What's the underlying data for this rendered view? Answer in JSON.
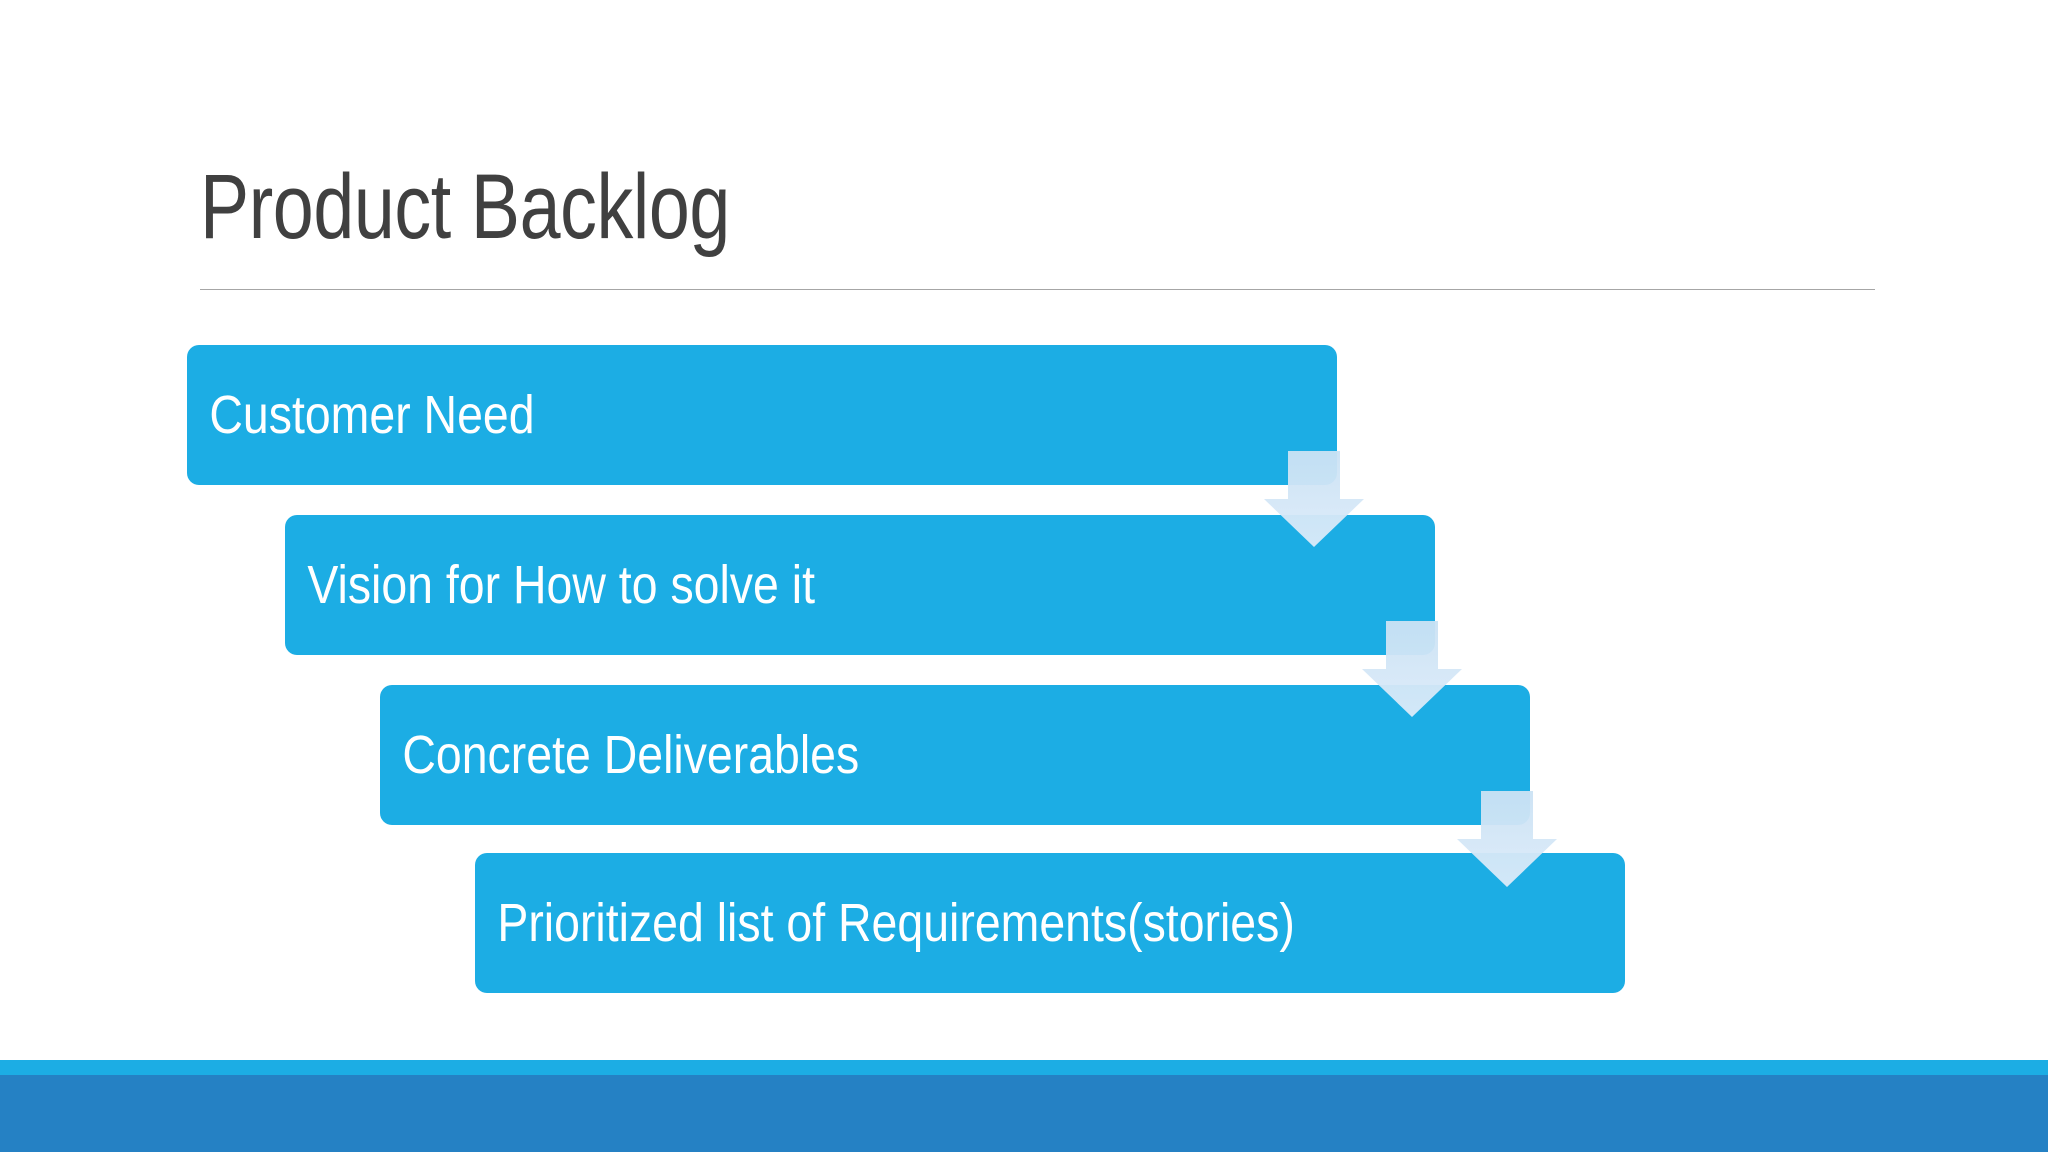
{
  "slide": {
    "title": "Product Backlog",
    "background_color": "#FFFFFF",
    "title_color": "#404040",
    "rule_color": "#A6A6A6"
  },
  "theme": {
    "accent_blue": "#1CADE4",
    "footer_dark_blue": "#2581C4",
    "arrow_fill": "#CFE4F5",
    "bar_text_color": "#FFFFFF"
  },
  "flow": {
    "type": "staircase-process",
    "direction": "downward",
    "steps": [
      {
        "index": 1,
        "label": "Customer Need",
        "fill": "#1CADE4",
        "text_color": "#FFFFFF"
      },
      {
        "index": 2,
        "label": "Vision for How to solve it",
        "fill": "#1CADE4",
        "text_color": "#FFFFFF"
      },
      {
        "index": 3,
        "label": "Concrete Deliverables",
        "fill": "#1CADE4",
        "text_color": "#FFFFFF"
      },
      {
        "index": 4,
        "label": "Prioritized list of Requirements(stories)",
        "fill": "#1CADE4",
        "text_color": "#FFFFFF"
      }
    ],
    "connectors": [
      {
        "from": 1,
        "to": 2,
        "icon": "down-arrow-icon"
      },
      {
        "from": 2,
        "to": 3,
        "icon": "down-arrow-icon"
      },
      {
        "from": 3,
        "to": 4,
        "icon": "down-arrow-icon"
      }
    ]
  },
  "footer": {
    "strip_color": "#1CADE4",
    "band_color": "#2581C4"
  }
}
